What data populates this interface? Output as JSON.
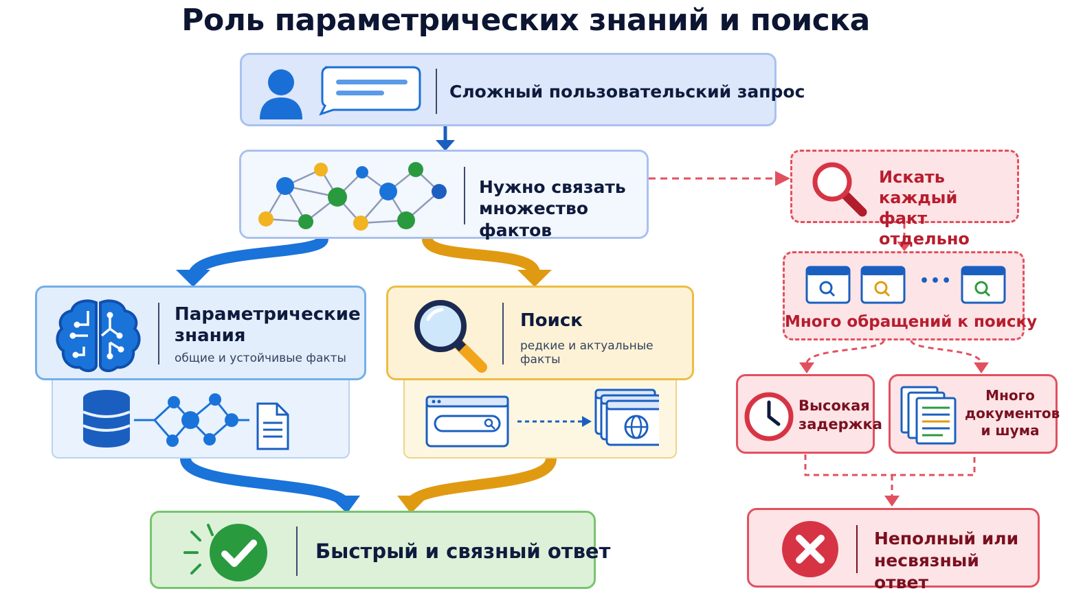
{
  "title": "Роль параметрических знаний и поиска",
  "query_box": {
    "label": "Сложный пользовательский запрос"
  },
  "connect_box": {
    "line1": "Нужно связать",
    "line2": "множество фактов"
  },
  "parametric": {
    "title_line1": "Параметрические",
    "title_line2": "знания",
    "subtitle": "общие и устойчивые факты"
  },
  "search": {
    "title": "Поиск",
    "subtitle": "редкие и актуальные факты"
  },
  "answer": {
    "label": "Быстрый и связный ответ"
  },
  "right_flow": {
    "search_each": {
      "line1": "Искать каждый",
      "line2": "факт отдельно"
    },
    "many_calls": {
      "label": "Много обращений к поиску",
      "ellipsis": "•••"
    },
    "latency": {
      "line1": "Высокая",
      "line2": "задержка"
    },
    "noise": {
      "line1": "Много",
      "line2": "документов",
      "line3": "и шума"
    },
    "bad_answer": {
      "line1": "Неполный или",
      "line2": "несвязный ответ"
    }
  },
  "colors": {
    "blue": "#1a73d9",
    "orange": "#e09a12",
    "green": "#2a9a3f",
    "red": "#d63445",
    "navy": "#0f1b3d"
  }
}
